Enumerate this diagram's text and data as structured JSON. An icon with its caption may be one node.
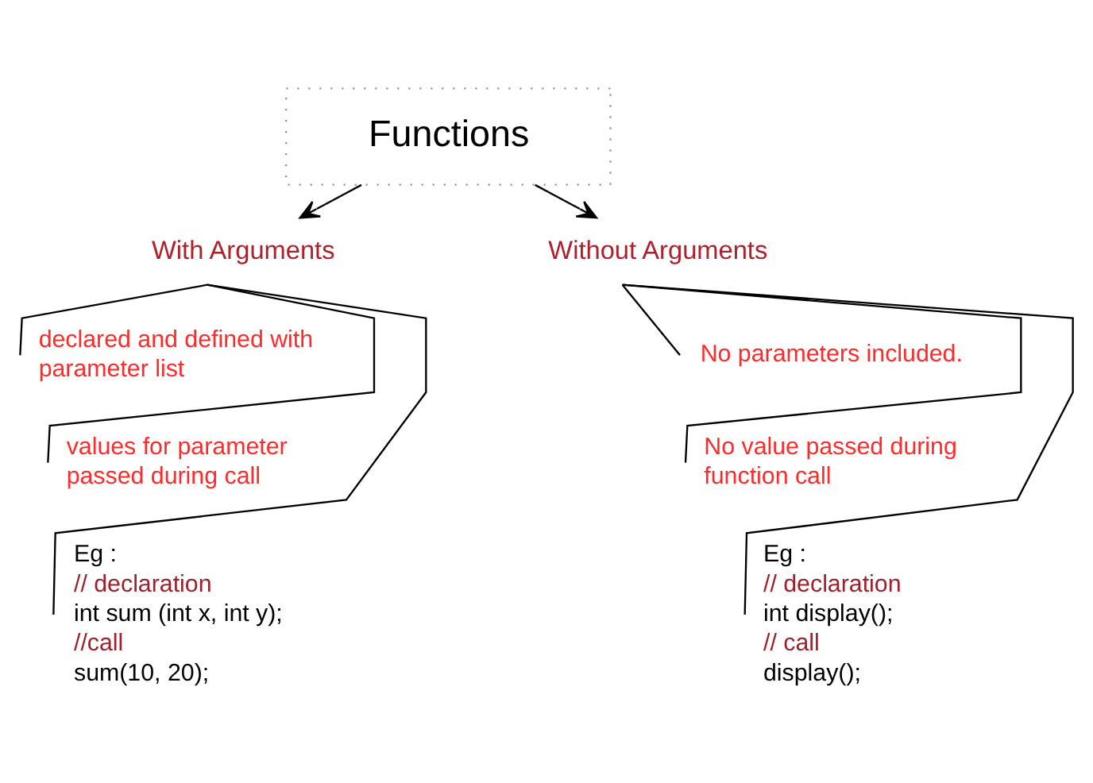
{
  "diagram": {
    "nodes": [
      {
        "text": [
          "Functions"
        ]
      },
      {
        "text": [
          "With Arguments"
        ]
      },
      {
        "text": [
          "Without Arguments"
        ]
      },
      {
        "text": [
          "declared and defined with parameter list"
        ]
      },
      {
        "text": [
          "values for parameter passed during call"
        ]
      },
      {
        "text": [
          "Eg :",
          "// declaration",
          "int sum (int x, int y);",
          "//call",
          "sum(10, 20);"
        ]
      },
      {
        "text": [
          "No parameters included."
        ]
      },
      {
        "text": [
          "No value passed during function call"
        ]
      },
      {
        "text": [
          "Eg :",
          "// declaration",
          "int display();",
          "// call",
          "display();"
        ]
      }
    ],
    "edges": [
      {
        "from": 0,
        "to": 1,
        "arrow": "to"
      },
      {
        "from": 0,
        "to": 2,
        "arrow": "to"
      },
      {
        "from": 1,
        "to": 3,
        "arrow": "none"
      },
      {
        "from": 1,
        "to": 4,
        "arrow": "none"
      },
      {
        "from": 1,
        "to": 5,
        "arrow": "none"
      },
      {
        "from": 2,
        "to": 6,
        "arrow": "none"
      },
      {
        "from": 2,
        "to": 7,
        "arrow": "none"
      },
      {
        "from": 2,
        "to": 8,
        "arrow": "none"
      }
    ]
  }
}
